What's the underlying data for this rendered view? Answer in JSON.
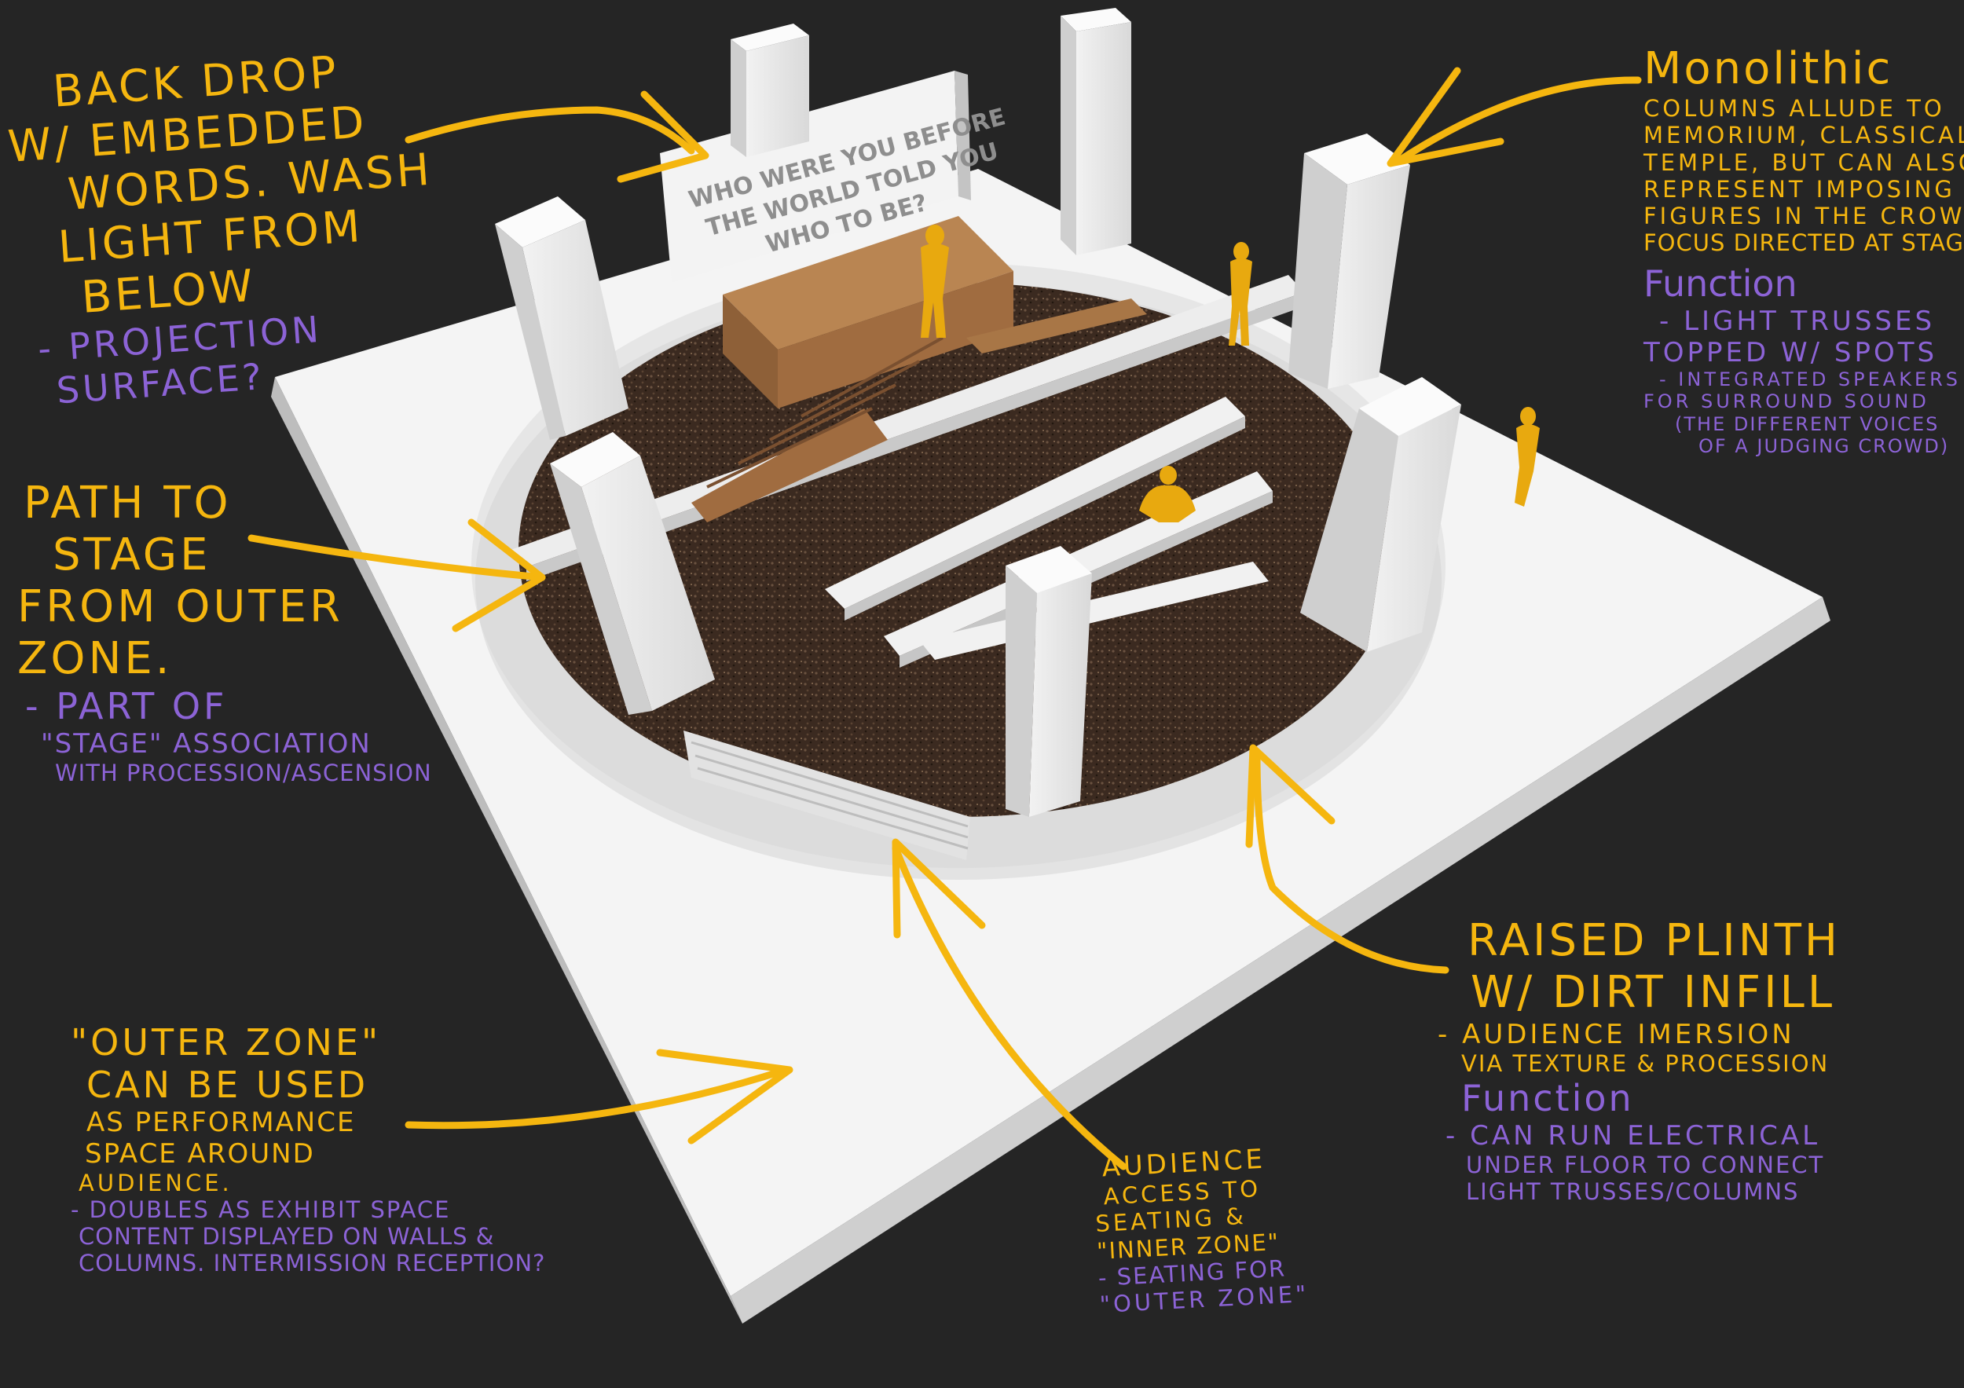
{
  "backdrop_words": [
    "WHO WERE YOU BEFORE",
    "THE WORLD TOLD YOU",
    "WHO TO BE?"
  ],
  "annotations": {
    "backdrop": {
      "heading": [
        "BACK DROP",
        "W/ EMBEDDED",
        "WORDS. WASH",
        "Light from",
        "BELOW"
      ],
      "detail": [
        "- PROJECTION",
        "SURFACE?"
      ]
    },
    "monolithic": {
      "heading": [
        "Monolithic"
      ],
      "body": [
        "Columns Allude to",
        "MEMORIUM, Classical",
        "TEMPLE, But can also",
        "REPRESENT IMPOSING",
        "figures in the crowd,",
        "focus DIRECTED AT stage"
      ],
      "function_label": "Function",
      "function_items": [
        "- Light Trusses",
        "Topped w/ Spots",
        "- INTEGRATED SPEAKERS",
        "for SURROUND SOUND",
        "(THE DIFFERENT VOICES",
        "of A JUDGING crowd)"
      ]
    },
    "path": {
      "heading": [
        "PATH TO",
        "STAGE",
        "from outer",
        "ZONE."
      ],
      "detail": [
        "- Part of",
        "\"STAGE\" association",
        "with PROCESSION/ASCENSION"
      ]
    },
    "outer_zone": {
      "heading": [
        "\"OUTER ZONE\"",
        "CAN BE USED",
        "AS PERFORMANCE",
        "SPACE AROUND",
        "AUDIENCE."
      ],
      "detail": [
        "- DOUBLES AS EXHIBIT SPACE",
        "CONTENT DISPLAYED ON WALLS &",
        "COLUMNS. INTERMISSION RECEPTION?"
      ]
    },
    "audience": {
      "heading": [
        "AUDIENCE",
        "ACCESS TO",
        "SEATING &",
        "\"INNER ZONE\""
      ],
      "detail": [
        "- SEATING FOR",
        "\"OUTER ZONE\""
      ]
    },
    "plinth": {
      "heading": [
        "RAISED PLINTH",
        "W/ DIRT INFILL"
      ],
      "body": [
        "- AUDIENCE IMERSION",
        "VIA TEXTURE & PROCESSION"
      ],
      "function_label": "Function",
      "function_items": [
        "- CAN RUN ELECTRICAL",
        "UNDER FLOOR TO CONNECT",
        "LIGHT TRUSSES/COLUMNS"
      ]
    }
  },
  "colors": {
    "background": "#252525",
    "annotation_yellow": "#f5b60f",
    "annotation_purple": "#8c63d6",
    "base": "#f4f4f4",
    "dirt": "#3b2a20",
    "stage": "#a8774a",
    "figure": "#e8a90f"
  }
}
